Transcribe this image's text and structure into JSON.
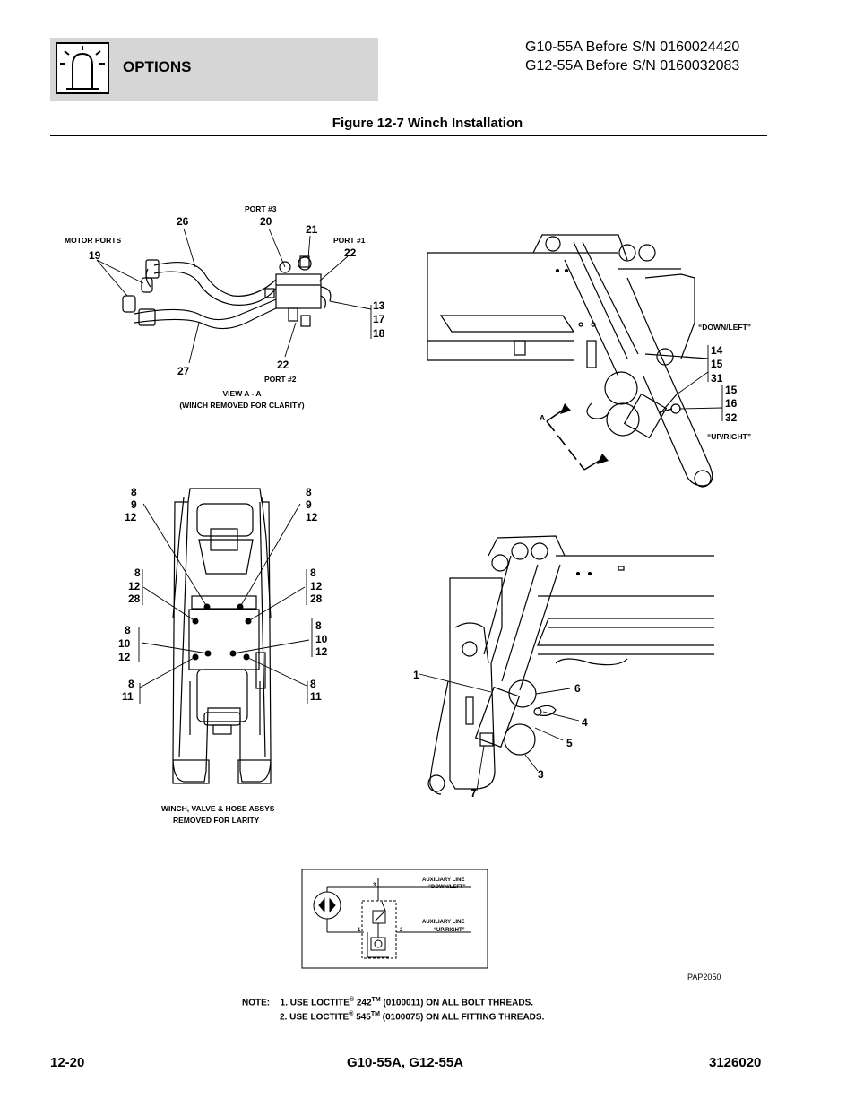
{
  "header": {
    "section": "OPTIONS",
    "model_line_1": "G10-55A Before S/N 0160024420",
    "model_line_2": "G12-55A Before S/N 0160032083"
  },
  "figure": {
    "title": "Figure 12-7 Winch Installation",
    "ref": "PAP2050"
  },
  "view_a": {
    "caption_1": "VIEW A - A",
    "caption_2": "(WINCH REMOVED FOR CLARITY)",
    "port3": "PORT #3",
    "port1": "PORT #1",
    "port2": "PORT #2",
    "motor_ports": "MOTOR PORTS",
    "c19": "19",
    "c26": "26",
    "c20": "20",
    "c21": "21",
    "c22a": "22",
    "c13": "13",
    "c17": "17",
    "c18": "18",
    "c27": "27",
    "c22b": "22"
  },
  "side_view_top": {
    "down_left": "“DOWN/LEFT”",
    "up_right": "“UP/RIGHT”",
    "c14": "14",
    "c15a": "15",
    "c31": "31",
    "c15b": "15",
    "c16": "16",
    "c32": "32",
    "section_a": "A"
  },
  "rear_view": {
    "caption_1": "WINCH, VALVE & HOSE ASSYS",
    "caption_2": "REMOVED FOR LARITY",
    "l1": [
      "8",
      "9",
      "12"
    ],
    "r1": [
      "8",
      "9",
      "12"
    ],
    "l2": [
      "8",
      "12",
      "28"
    ],
    "r2": [
      "8",
      "12",
      "28"
    ],
    "l3": [
      "8",
      "10",
      "12"
    ],
    "r3": [
      "8",
      "10",
      "12"
    ],
    "l4": [
      "8",
      "11"
    ],
    "r4": [
      "8",
      "11"
    ]
  },
  "side_view_bottom": {
    "c1": "1",
    "c6": "6",
    "c4": "4",
    "c5": "5",
    "c3": "3",
    "c7": "7"
  },
  "schematic": {
    "aux_1": "AUXILIARY LINE",
    "down_left": "“DOWN/LEFT”",
    "aux_2": "AUXILIARY LINE",
    "up_right": "“UP/RIGHT”",
    "p3": "3",
    "p1": "1",
    "p2": "2"
  },
  "notes": {
    "label": "NOTE:",
    "n1_pre": "1. USE LOCTITE",
    "n1_mid": "242",
    "n1_post": "(0100011) ON ALL BOLT THREADS.",
    "n2_pre": "2. USE LOCTITE",
    "n2_mid": "545",
    "n2_post": "(0100075) ON ALL FITTING THREADS.",
    "reg": "®",
    "tm": "TM"
  },
  "footer": {
    "page": "12-20",
    "models": "G10-55A, G12-55A",
    "doc": "3126020"
  }
}
